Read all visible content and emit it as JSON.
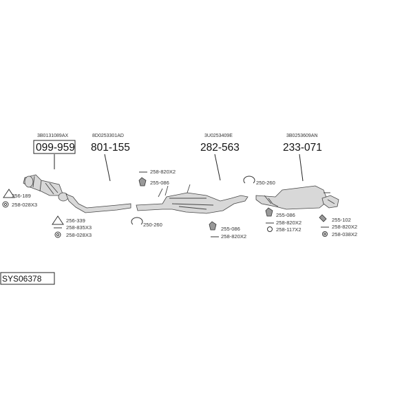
{
  "diagram_id": "SYS06378",
  "parts": [
    {
      "oem": "3B0131089AX",
      "number": "099-959"
    },
    {
      "oem": "8D0253301AD",
      "number": "801-155"
    },
    {
      "oem": "3U0253409E",
      "number": "282-563"
    },
    {
      "oem": "3B0253609AN",
      "number": "233-071"
    }
  ],
  "labels": {
    "l1": "256-189",
    "l2": "258-028X3",
    "l3": "256-339",
    "l4": "258-835X3",
    "l5": "258-028X3",
    "l6": "258-820X2",
    "l7": "255-086",
    "l8": "250-260",
    "l9": "255-086",
    "l10": "258-820X2",
    "l11": "250-260",
    "l12": "255-086",
    "l13": "258-820X2",
    "l14": "258-117X2",
    "l15": "255-102",
    "l16": "258-820X2",
    "l17": "258-038X2"
  },
  "icons": [
    "gasket-icon",
    "nut-icon",
    "clamp-icon",
    "rubber-hanger-icon",
    "bolt-icon",
    "ring-icon"
  ]
}
